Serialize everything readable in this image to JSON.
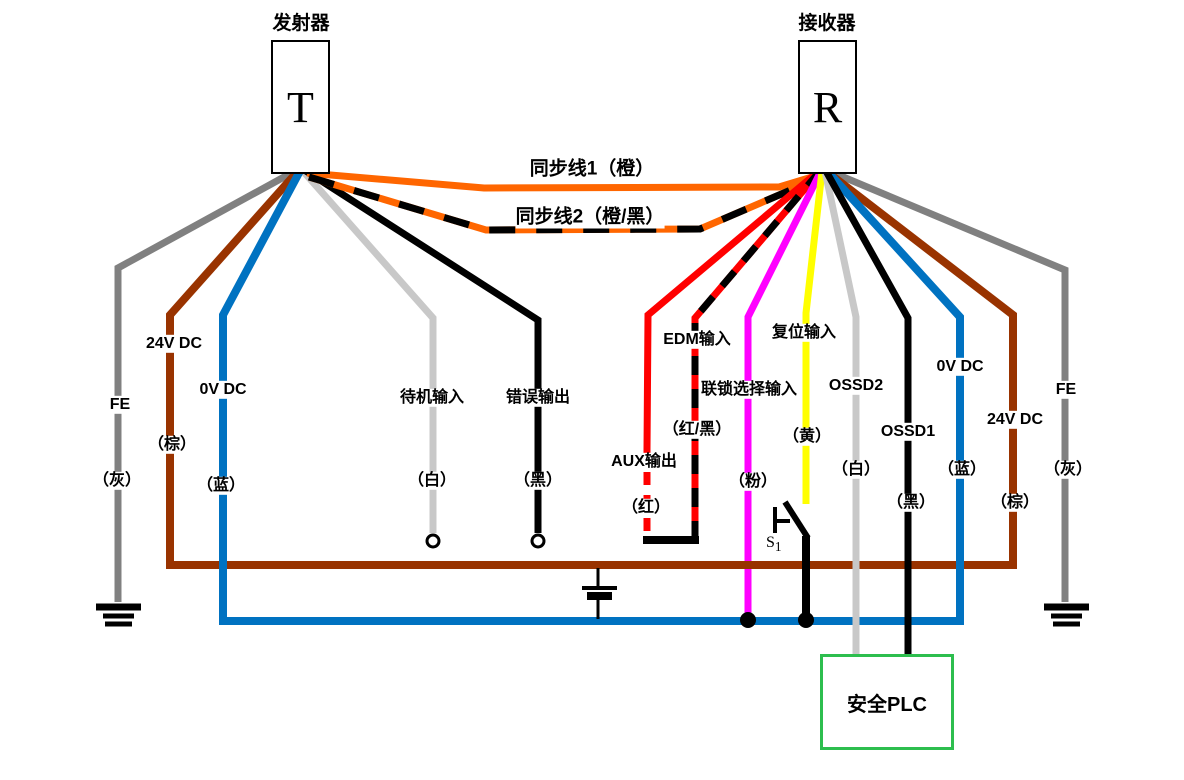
{
  "transmitter": {
    "title": "发射器",
    "letter": "T"
  },
  "receiver": {
    "title": "接收器",
    "letter": "R"
  },
  "sync_lines": {
    "sync1_label": "同步线1（橙）",
    "sync2_label": "同步线2（橙/黑）"
  },
  "left_wires": {
    "fe": {
      "name": "FE",
      "color_label": "（灰）"
    },
    "v24": {
      "name": "24V DC",
      "color_label": "（棕）"
    },
    "v0": {
      "name": "0V DC",
      "color_label": "（蓝）"
    },
    "standby": {
      "name": "待机输入",
      "color_label": "（白）"
    },
    "error": {
      "name": "错误输出",
      "color_label": "（黑）"
    }
  },
  "right_wires": {
    "aux": {
      "name": "AUX输出",
      "color_label": "（红）"
    },
    "edm": {
      "name": "EDM输入",
      "color_label": "（红/黑）"
    },
    "interlock": {
      "name": "联锁选择输入",
      "color_label": "（粉）"
    },
    "reset": {
      "name": "复位输入",
      "color_label": "（黄）"
    },
    "ossd2": {
      "name": "OSSD2",
      "color_label": "（白）"
    },
    "ossd1": {
      "name": "OSSD1",
      "color_label": "（黑）"
    },
    "v0": {
      "name": "0V DC",
      "color_label": "（蓝）"
    },
    "v24": {
      "name": "24V DC",
      "color_label": "（棕）"
    },
    "fe": {
      "name": "FE",
      "color_label": "（灰）"
    }
  },
  "switch_s1": {
    "label": "S",
    "subscript": "1"
  },
  "plc": {
    "label": "安全PLC"
  },
  "colors": {
    "orange": "#FF6600",
    "brown": "#993300",
    "blue": "#0072C1",
    "gray": "#808080",
    "light_gray": "#C8C8C8",
    "black": "#000000",
    "red": "#FF0000",
    "magenta": "#FF00FF",
    "yellow": "#FFFF00",
    "green": "#2DBE4E",
    "white": "#FFFFFF"
  }
}
